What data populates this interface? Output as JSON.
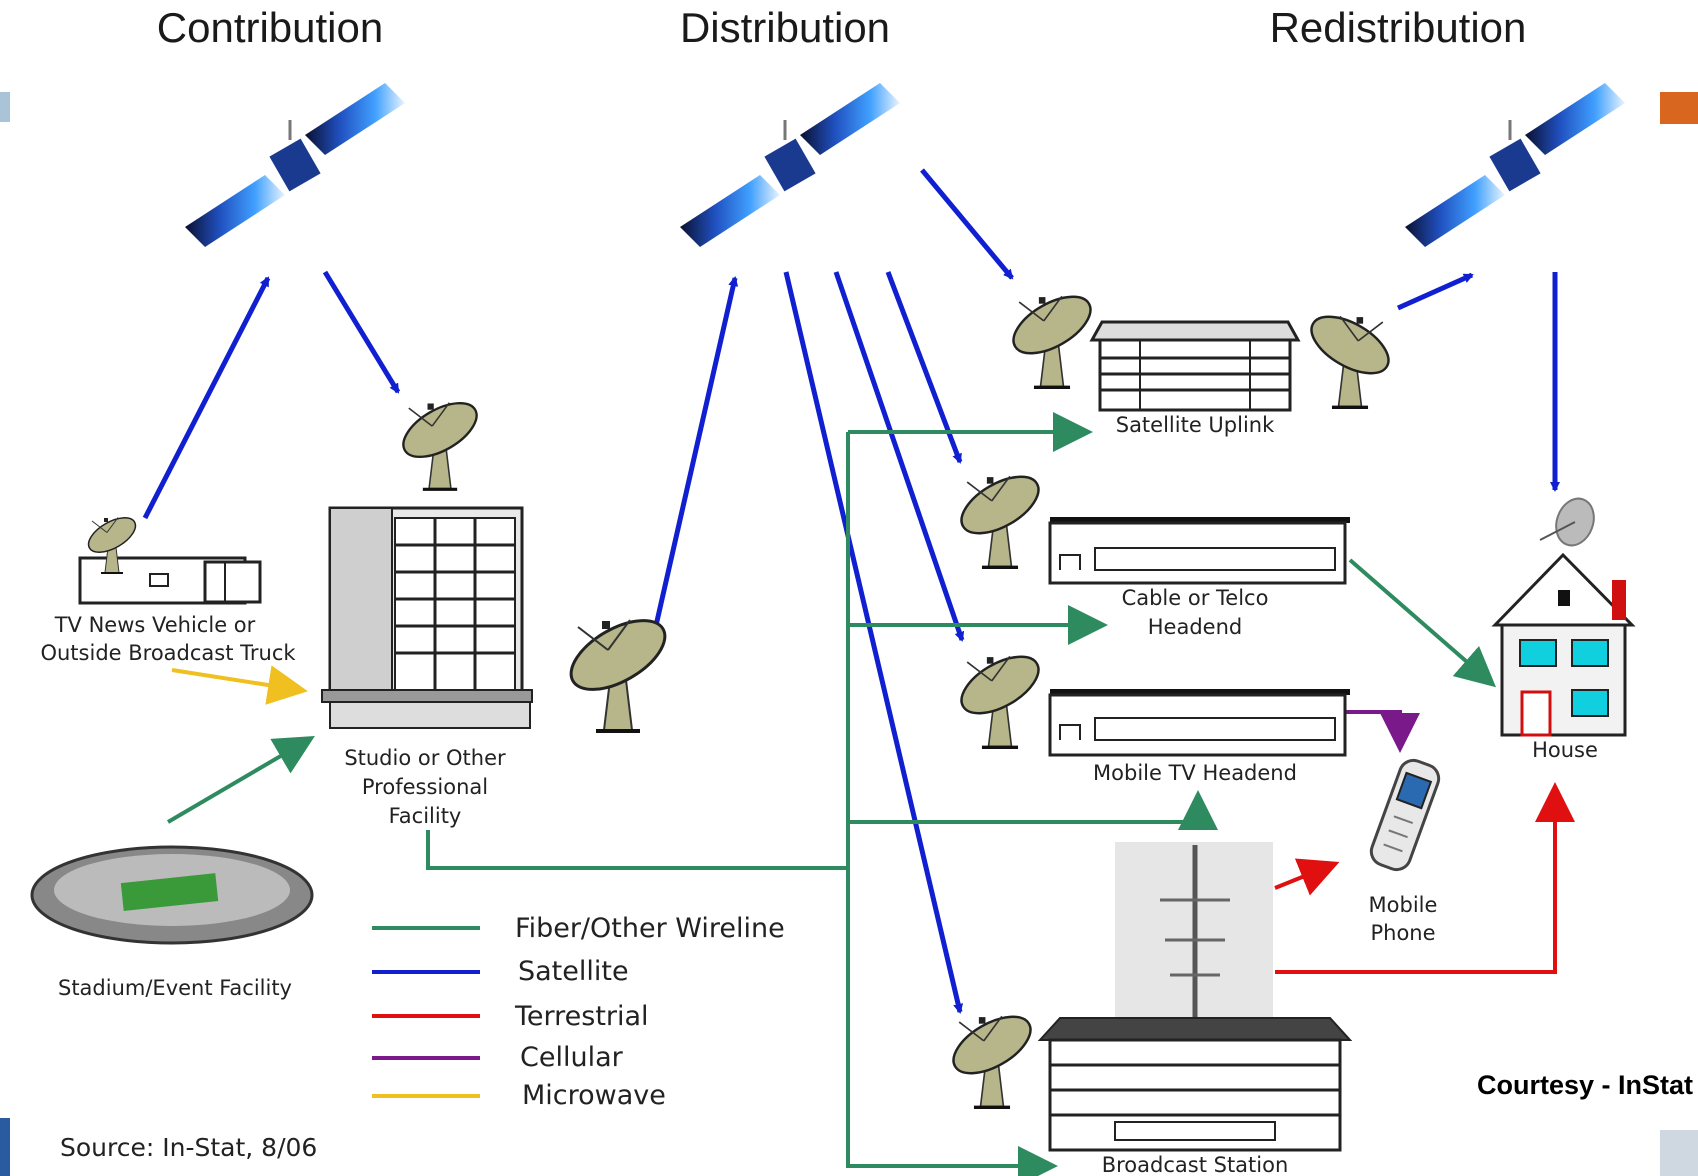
{
  "headers": {
    "contribution": "Contribution",
    "distribution": "Distribution",
    "redistribution": "Redistribution"
  },
  "labels": {
    "tv_truck_line1": "TV News Vehicle or",
    "tv_truck_line2": "Outside Broadcast Truck",
    "studio_line1": "Studio or Other",
    "studio_line2": "Professional",
    "studio_line3": "Facility",
    "stadium": "Stadium/Event Facility",
    "satellite_uplink": "Satellite Uplink",
    "cable_line1": "Cable or Telco",
    "cable_line2": "Headend",
    "mobile_tv": "Mobile TV Headend",
    "broadcast_station": "Broadcast Station",
    "house": "House",
    "mobile_phone_line1": "Mobile",
    "mobile_phone_line2": "Phone"
  },
  "legend": [
    {
      "label": "Fiber/Other Wireline",
      "color": "#2e8b5f"
    },
    {
      "label": "Satellite",
      "color": "#1020d0"
    },
    {
      "label": "Terrestrial",
      "color": "#e01010"
    },
    {
      "label": "Cellular",
      "color": "#7a1a8a"
    },
    {
      "label": "Microwave",
      "color": "#f0c020"
    }
  ],
  "source": "Source:  In-Stat, 8/06",
  "courtesy": "Courtesy - InStat",
  "colors": {
    "fiber": "#2e8b5f",
    "satellite": "#1020d0",
    "terrestrial": "#e01010",
    "cellular": "#7a1a8a",
    "microwave": "#f0c020",
    "dish": "#b6b68a",
    "accent_orange": "#d9661f"
  }
}
